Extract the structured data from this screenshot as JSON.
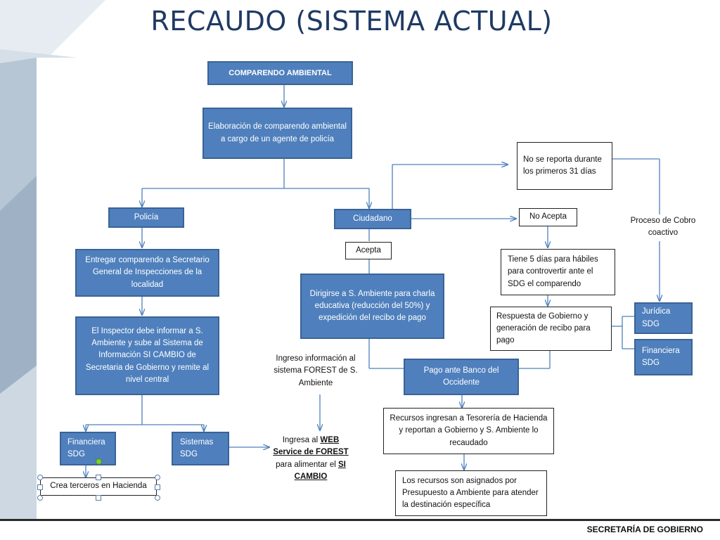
{
  "title": "RECAUDO (SISTEMA ACTUAL)",
  "footer": "SECRETARÍA DE GOBIERNO",
  "colors": {
    "node_fill": "#4f80bd",
    "node_border": "#3a6395",
    "title": "#1f3a64",
    "arrow": "#4f80bd"
  },
  "nodes": {
    "comparendo": "COMPARENDO AMBIENTAL",
    "elaboracion": "Elaboración de comparendo ambiental a cargo de un agente de policía",
    "policia": "Policía",
    "ciudadano": "Ciudadano",
    "no_reporta": "No se reporta durante los primeros 31 días",
    "no_acepta": "No Acepta",
    "acepta": "Acepta",
    "entregar": "Entregar comparendo a Secretario General de Inspecciones de la localidad",
    "inspector": "El Inspector debe informar a S. Ambiente y sube al Sistema de Información SI CAMBIO de Secretaria de Gobierno  y remite al nivel central",
    "dirigirse": "Dirigirse a S. Ambiente para charla educativa (reducción del 50%) y expedición del recibo de pago",
    "tiene5": "Tiene 5 días  para hábiles para  controvertir ante el SDG el comparendo",
    "respuesta": "Respuesta de Gobierno y generación de recibo para pago",
    "cobro": "Proceso de Cobro coactivo",
    "juridica": "Jurídica SDG",
    "financiera_right": "Financiera SDG",
    "ingreso_forest": "Ingreso información al sistema FOREST de S. Ambiente",
    "pago_banco": "Pago ante Banco del Occidente",
    "recursos_tesoreria": "Recursos ingresan  a Tesorería de Hacienda  y reportan a  Gobierno y S. Ambiente lo recaudado",
    "recursos_presupuesto": "Los recursos son asignados por Presupuesto a Ambiente para atender la destinación específica",
    "financiera_left": "Financiera SDG",
    "sistemas": "Sistemas SDG",
    "crea_terceros": "Crea terceros en Hacienda",
    "web_service": {
      "p1": "Ingresa al ",
      "p2": "WEB Service de FOREST",
      "p3": " para alimentar el ",
      "p4": "SI CAMBIO"
    }
  }
}
